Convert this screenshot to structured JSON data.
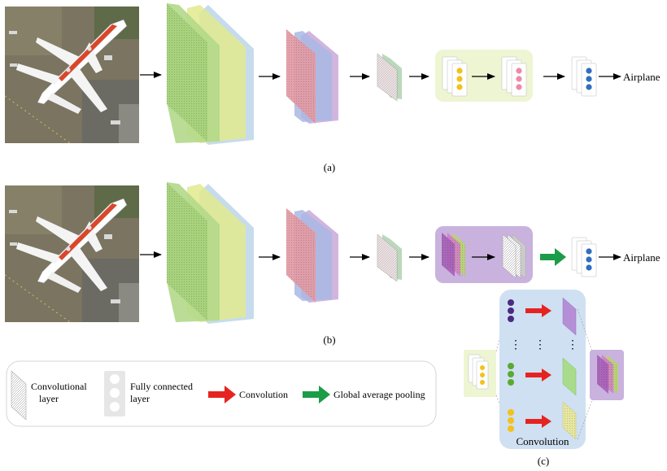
{
  "panel_a": {
    "output_label": "Airplane",
    "caption": "(a)"
  },
  "panel_b": {
    "output_label": "Airplane",
    "caption": "(b)"
  },
  "panel_c": {
    "title": "Convolution",
    "caption": "(c)",
    "dots": [
      "⋮",
      "⋮",
      "⋮"
    ]
  },
  "legend": {
    "conv_layer": [
      "Convolutional",
      "layer"
    ],
    "fc_layer": [
      "Fully connected",
      "layer"
    ],
    "convolution": "Convolution",
    "global_avg_pooling": "Global average pooling"
  },
  "colors": {
    "green_block": "#b2d88a",
    "yellow_block": "#e2ea8e",
    "blue_block": "#bcd6ea",
    "red_block": "#e39aa4",
    "violet_block": "#b9a6dd",
    "purple_panel": "#c9b2de",
    "light_yellow_panel": "#eef5d2",
    "light_blue_panel": "#cfe0f2",
    "convolution_arrow": "#e52421",
    "gap_arrow": "#1c9c48"
  },
  "icons": [
    "aerial-airplane-image",
    "convolutional-layer-icon",
    "fully-connected-layer-icon",
    "convolution-arrow-icon",
    "global-average-pooling-arrow-icon"
  ]
}
